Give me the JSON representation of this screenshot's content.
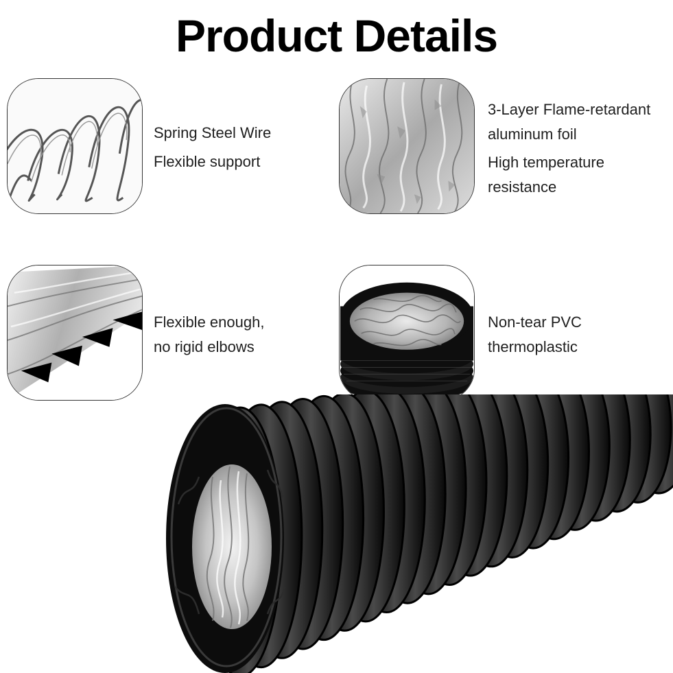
{
  "page": {
    "title": "Product Details"
  },
  "features": [
    {
      "id": "spring",
      "icon": "spring-steel-wire-icon",
      "lines": [
        "Spring Steel Wire",
        "Flexible support"
      ]
    },
    {
      "id": "foil",
      "icon": "aluminum-foil-icon",
      "lines": [
        "3-Layer Flame-retardant",
        "aluminum foil",
        "High temperature",
        "resistance"
      ]
    },
    {
      "id": "flex",
      "icon": "flexible-foil-fold-icon",
      "lines": [
        "Flexible enough,",
        "no rigid elbows"
      ]
    },
    {
      "id": "pvc",
      "icon": "pvc-duct-end-icon",
      "lines": [
        "Non-tear PVC",
        "thermoplastic"
      ]
    }
  ],
  "product_image": {
    "icon": "black-flexible-duct-hose-icon"
  },
  "colors": {
    "duct": "#111111",
    "foil": "#c9c9c9",
    "text": "#1e1e1e"
  }
}
